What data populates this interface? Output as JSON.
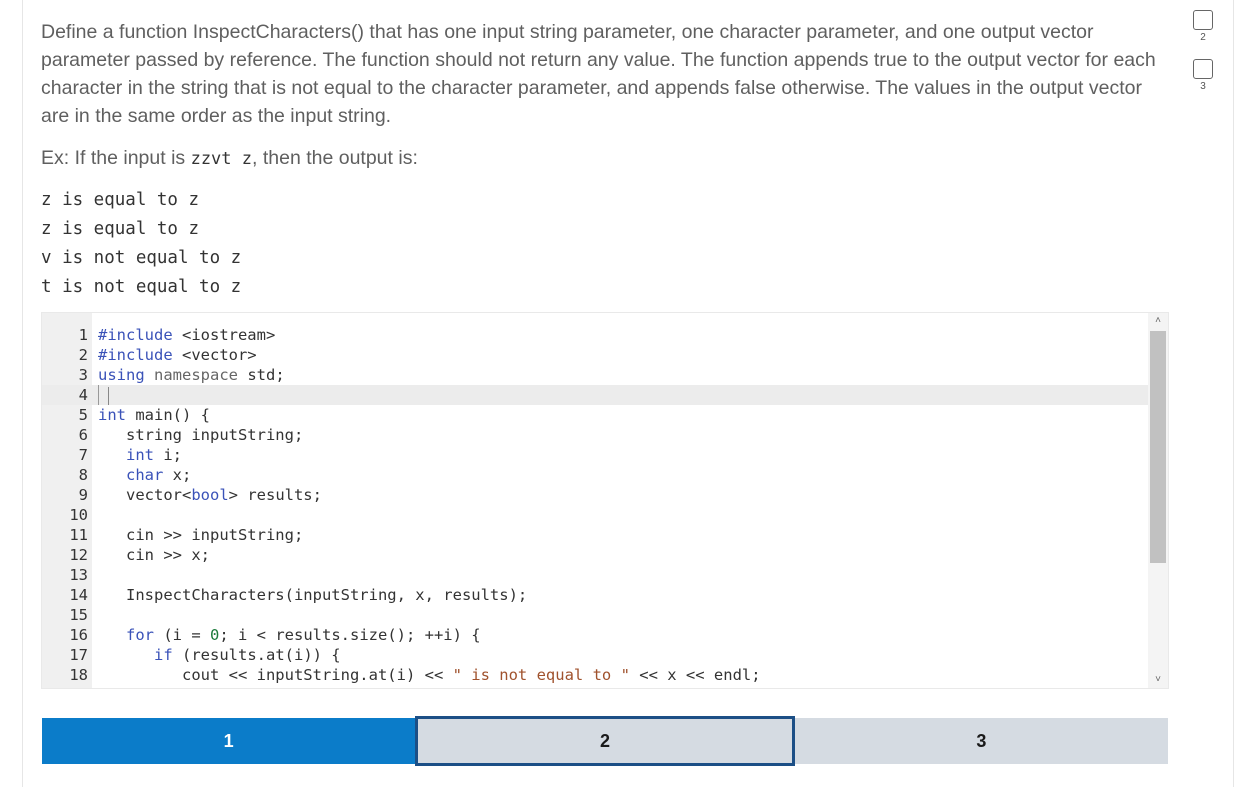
{
  "problem": {
    "description": "Define a function InspectCharacters() that has one input string parameter, one character parameter, and one output vector parameter passed by reference. The function should not return any value. The function appends true to the output vector for each character in the string that is not equal to the character parameter, and appends false otherwise. The values in the output vector are in the same order as the input string.",
    "example_prefix": "Ex: If the input is ",
    "example_input": "zzvt z",
    "example_suffix": ", then the output is:",
    "output_lines": [
      "z is equal to z",
      "z is equal to z",
      "v is not equal to z",
      "t is not equal to z"
    ]
  },
  "editor": {
    "line_numbers": [
      "1",
      "2",
      "3",
      "4",
      "5",
      "6",
      "7",
      "8",
      "9",
      "10",
      "11",
      "12",
      "13",
      "14",
      "15",
      "16",
      "17",
      "18"
    ],
    "active_line": 4
  },
  "steps": {
    "items": [
      "1",
      "2",
      "3"
    ],
    "current": 2
  },
  "side_checks": [
    "2",
    "3"
  ],
  "colors": {
    "step_done": "#0b7cc9",
    "step_pending": "#d5dbe2",
    "step_current_border": "#1c4f86",
    "keyword": "#3a52b8",
    "string": "#a0522d"
  }
}
